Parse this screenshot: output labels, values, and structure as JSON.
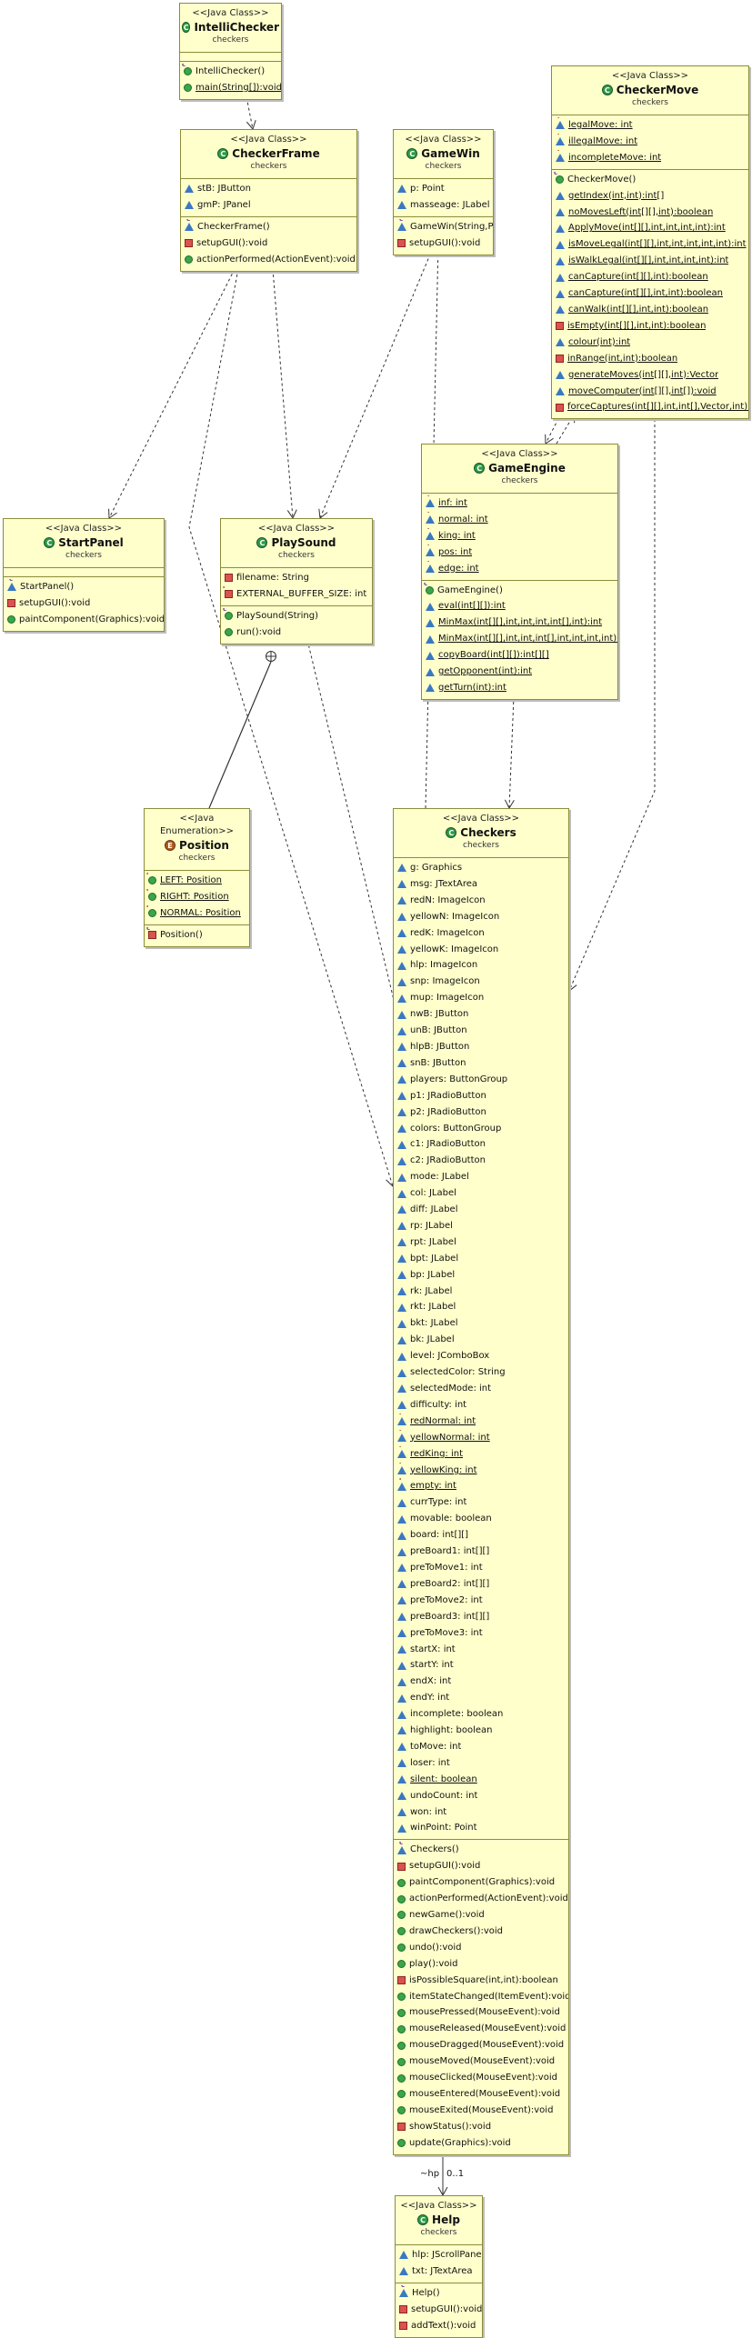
{
  "diagram": {
    "classes": [
      {
        "id": "IntelliChecker",
        "stereotype": "<<Java Class>>",
        "name": "IntelliChecker",
        "package": "checkers",
        "kind": "class",
        "compartments": [
          [],
          [
            {
              "vis": "pub",
              "mod": "ctor",
              "text": "IntelliChecker()"
            },
            {
              "vis": "pub",
              "mod": "static",
              "text": "main(String[]):void"
            }
          ]
        ]
      },
      {
        "id": "CheckerFrame",
        "stereotype": "<<Java Class>>",
        "name": "CheckerFrame",
        "package": "checkers",
        "kind": "class",
        "compartments": [
          [
            {
              "vis": "pkgv",
              "text": "stB: JButton"
            },
            {
              "vis": "pkgv",
              "text": "gmP: JPanel"
            }
          ],
          [
            {
              "vis": "pkgv",
              "mod": "ctor",
              "text": "CheckerFrame()"
            },
            {
              "vis": "pri",
              "text": "setupGUI():void"
            },
            {
              "vis": "pub",
              "text": "actionPerformed(ActionEvent):void"
            }
          ]
        ]
      },
      {
        "id": "GameWin",
        "stereotype": "<<Java Class>>",
        "name": "GameWin",
        "package": "checkers",
        "kind": "class",
        "compartments": [
          [
            {
              "vis": "pkgv",
              "text": "p: Point"
            },
            {
              "vis": "pkgv",
              "text": "masseage: JLabel"
            }
          ],
          [
            {
              "vis": "pkgv",
              "mod": "ctor",
              "text": "GameWin(String,Point)"
            },
            {
              "vis": "pri",
              "text": "setupGUI():void"
            }
          ]
        ]
      },
      {
        "id": "CheckerMove",
        "stereotype": "<<Java Class>>",
        "name": "CheckerMove",
        "package": "checkers",
        "kind": "class",
        "compartments": [
          [
            {
              "vis": "pkgv",
              "mod": "static-final",
              "text": "legalMove: int"
            },
            {
              "vis": "pkgv",
              "mod": "static-final",
              "text": "illegalMove: int"
            },
            {
              "vis": "pkgv",
              "mod": "static-final",
              "text": "incompleteMove: int"
            }
          ],
          [
            {
              "vis": "pub",
              "mod": "ctor",
              "text": "CheckerMove()"
            },
            {
              "vis": "pkgv",
              "mod": "static",
              "text": "getIndex(int,int):int[]"
            },
            {
              "vis": "pkgv",
              "mod": "static",
              "text": "noMovesLeft(int[][],int):boolean"
            },
            {
              "vis": "pkgv",
              "mod": "static",
              "text": "ApplyMove(int[][],int,int,int,int):int"
            },
            {
              "vis": "pkgv",
              "mod": "static",
              "text": "isMoveLegal(int[][],int,int,int,int,int):int"
            },
            {
              "vis": "pkgv",
              "mod": "static",
              "text": "isWalkLegal(int[][],int,int,int,int):int"
            },
            {
              "vis": "pkgv",
              "mod": "static",
              "text": "canCapture(int[][],int):boolean"
            },
            {
              "vis": "pkgv",
              "mod": "static",
              "text": "canCapture(int[][],int,int):boolean"
            },
            {
              "vis": "pkgv",
              "mod": "static",
              "text": "canWalk(int[][],int,int):boolean"
            },
            {
              "vis": "pri",
              "mod": "static",
              "text": "isEmpty(int[][],int,int):boolean"
            },
            {
              "vis": "pkgv",
              "mod": "static",
              "text": "colour(int):int"
            },
            {
              "vis": "pri",
              "mod": "static",
              "text": "inRange(int,int):boolean"
            },
            {
              "vis": "pkgv",
              "mod": "static",
              "text": "generateMoves(int[][],int):Vector"
            },
            {
              "vis": "pkgv",
              "mod": "static",
              "text": "moveComputer(int[][],int[]):void"
            },
            {
              "vis": "pri",
              "mod": "static",
              "text": "forceCaptures(int[][],int,int[],Vector,int):void"
            }
          ]
        ]
      },
      {
        "id": "GameEngine",
        "stereotype": "<<Java Class>>",
        "name": "GameEngine",
        "package": "checkers",
        "kind": "class",
        "compartments": [
          [
            {
              "vis": "pkgv",
              "mod": "static-final",
              "text": "inf: int"
            },
            {
              "vis": "pkgv",
              "mod": "static-final",
              "text": "normal: int"
            },
            {
              "vis": "pkgv",
              "mod": "static-final",
              "text": "king: int"
            },
            {
              "vis": "pkgv",
              "mod": "static-final",
              "text": "pos: int"
            },
            {
              "vis": "pkgv",
              "mod": "static-final",
              "text": "edge: int"
            }
          ],
          [
            {
              "vis": "pub",
              "mod": "ctor",
              "text": "GameEngine()"
            },
            {
              "vis": "pkgv",
              "mod": "static",
              "text": "eval(int[][]):int"
            },
            {
              "vis": "pkgv",
              "mod": "static",
              "text": "MinMax(int[][],int,int,int,int[],int):int"
            },
            {
              "vis": "pkgv",
              "mod": "static",
              "text": "MinMax(int[][],int,int,int[],int,int,int,int):int"
            },
            {
              "vis": "pkgv",
              "mod": "static",
              "text": "copyBoard(int[][]):int[][]"
            },
            {
              "vis": "pkgv",
              "mod": "static",
              "text": "getOpponent(int):int"
            },
            {
              "vis": "pkgv",
              "mod": "static",
              "text": "getTurn(int):int"
            }
          ]
        ]
      },
      {
        "id": "StartPanel",
        "stereotype": "<<Java Class>>",
        "name": "StartPanel",
        "package": "checkers",
        "kind": "class",
        "compartments": [
          [],
          [
            {
              "vis": "pkgv",
              "mod": "ctor",
              "text": "StartPanel()"
            },
            {
              "vis": "pri",
              "text": "setupGUI():void"
            },
            {
              "vis": "pub",
              "text": "paintComponent(Graphics):void"
            }
          ]
        ]
      },
      {
        "id": "PlaySound",
        "stereotype": "<<Java Class>>",
        "name": "PlaySound",
        "package": "checkers",
        "kind": "class",
        "compartments": [
          [
            {
              "vis": "pri",
              "text": "filename: String"
            },
            {
              "vis": "pri",
              "mod": "final",
              "text": "EXTERNAL_BUFFER_SIZE: int"
            }
          ],
          [
            {
              "vis": "pub",
              "mod": "ctor",
              "text": "PlaySound(String)"
            },
            {
              "vis": "pub",
              "text": "run():void"
            }
          ]
        ]
      },
      {
        "id": "Position",
        "stereotype": "<<Java Enumeration>>",
        "name": "Position",
        "package": "checkers",
        "kind": "enum",
        "compartments": [
          [
            {
              "vis": "pub",
              "mod": "static-final",
              "text": "LEFT: Position"
            },
            {
              "vis": "pub",
              "mod": "static-final",
              "text": "RIGHT: Position"
            },
            {
              "vis": "pub",
              "mod": "static-final",
              "text": "NORMAL: Position"
            }
          ],
          [
            {
              "vis": "pri",
              "mod": "ctor",
              "text": "Position()"
            }
          ]
        ]
      },
      {
        "id": "Checkers",
        "stereotype": "<<Java Class>>",
        "name": "Checkers",
        "package": "checkers",
        "kind": "class",
        "compartments": [
          [
            {
              "vis": "pkgv",
              "text": "g: Graphics"
            },
            {
              "vis": "pkgv",
              "text": "msg: JTextArea"
            },
            {
              "vis": "pkgv",
              "text": "redN: ImageIcon"
            },
            {
              "vis": "pkgv",
              "text": "yellowN: ImageIcon"
            },
            {
              "vis": "pkgv",
              "text": "redK: ImageIcon"
            },
            {
              "vis": "pkgv",
              "text": "yellowK: ImageIcon"
            },
            {
              "vis": "pkgv",
              "text": "hlp: ImageIcon"
            },
            {
              "vis": "pkgv",
              "text": "snp: ImageIcon"
            },
            {
              "vis": "pkgv",
              "text": "mup: ImageIcon"
            },
            {
              "vis": "pkgv",
              "text": "nwB: JButton"
            },
            {
              "vis": "pkgv",
              "text": "unB: JButton"
            },
            {
              "vis": "pkgv",
              "text": "hlpB: JButton"
            },
            {
              "vis": "pkgv",
              "text": "snB: JButton"
            },
            {
              "vis": "pkgv",
              "text": "players: ButtonGroup"
            },
            {
              "vis": "pkgv",
              "text": "p1: JRadioButton"
            },
            {
              "vis": "pkgv",
              "text": "p2: JRadioButton"
            },
            {
              "vis": "pkgv",
              "text": "colors: ButtonGroup"
            },
            {
              "vis": "pkgv",
              "text": "c1: JRadioButton"
            },
            {
              "vis": "pkgv",
              "text": "c2: JRadioButton"
            },
            {
              "vis": "pkgv",
              "text": "mode: JLabel"
            },
            {
              "vis": "pkgv",
              "text": "col: JLabel"
            },
            {
              "vis": "pkgv",
              "text": "diff: JLabel"
            },
            {
              "vis": "pkgv",
              "text": "rp: JLabel"
            },
            {
              "vis": "pkgv",
              "text": "rpt: JLabel"
            },
            {
              "vis": "pkgv",
              "text": "bpt: JLabel"
            },
            {
              "vis": "pkgv",
              "text": "bp: JLabel"
            },
            {
              "vis": "pkgv",
              "text": "rk: JLabel"
            },
            {
              "vis": "pkgv",
              "text": "rkt: JLabel"
            },
            {
              "vis": "pkgv",
              "text": "bkt: JLabel"
            },
            {
              "vis": "pkgv",
              "text": "bk: JLabel"
            },
            {
              "vis": "pkgv",
              "text": "level: JComboBox"
            },
            {
              "vis": "pkgv",
              "text": "selectedColor: String"
            },
            {
              "vis": "pkgv",
              "text": "selectedMode: int"
            },
            {
              "vis": "pkgv",
              "text": "difficulty: int"
            },
            {
              "vis": "pkgv",
              "mod": "static-final",
              "text": "redNormal: int"
            },
            {
              "vis": "pkgv",
              "mod": "static-final",
              "text": "yellowNormal: int"
            },
            {
              "vis": "pkgv",
              "mod": "static-final",
              "text": "redKing: int"
            },
            {
              "vis": "pkgv",
              "mod": "static-final",
              "text": "yellowKing: int"
            },
            {
              "vis": "pkgv",
              "mod": "static-final",
              "text": "empty: int"
            },
            {
              "vis": "pkgv",
              "text": "currType: int"
            },
            {
              "vis": "pkgv",
              "text": "movable: boolean"
            },
            {
              "vis": "pkgv",
              "text": "board: int[][]"
            },
            {
              "vis": "pkgv",
              "text": "preBoard1: int[][]"
            },
            {
              "vis": "pkgv",
              "text": "preToMove1: int"
            },
            {
              "vis": "pkgv",
              "text": "preBoard2: int[][]"
            },
            {
              "vis": "pkgv",
              "text": "preToMove2: int"
            },
            {
              "vis": "pkgv",
              "text": "preBoard3: int[][]"
            },
            {
              "vis": "pkgv",
              "text": "preToMove3: int"
            },
            {
              "vis": "pkgv",
              "text": "startX: int"
            },
            {
              "vis": "pkgv",
              "text": "startY: int"
            },
            {
              "vis": "pkgv",
              "text": "endX: int"
            },
            {
              "vis": "pkgv",
              "text": "endY: int"
            },
            {
              "vis": "pkgv",
              "text": "incomplete: boolean"
            },
            {
              "vis": "pkgv",
              "text": "highlight: boolean"
            },
            {
              "vis": "pkgv",
              "text": "toMove: int"
            },
            {
              "vis": "pkgv",
              "text": "loser: int"
            },
            {
              "vis": "pkgv",
              "mod": "static",
              "text": "silent: boolean"
            },
            {
              "vis": "pkgv",
              "text": "undoCount: int"
            },
            {
              "vis": "pkgv",
              "text": "won: int"
            },
            {
              "vis": "pkgv",
              "text": "winPoint: Point"
            }
          ],
          [
            {
              "vis": "pkgv",
              "mod": "ctor",
              "text": "Checkers()"
            },
            {
              "vis": "pri",
              "text": "setupGUI():void"
            },
            {
              "vis": "pub",
              "text": "paintComponent(Graphics):void"
            },
            {
              "vis": "pub",
              "text": "actionPerformed(ActionEvent):void"
            },
            {
              "vis": "pub",
              "text": "newGame():void"
            },
            {
              "vis": "pub",
              "text": "drawCheckers():void"
            },
            {
              "vis": "pub",
              "text": "undo():void"
            },
            {
              "vis": "pub",
              "text": "play():void"
            },
            {
              "vis": "pri",
              "text": "isPossibleSquare(int,int):boolean"
            },
            {
              "vis": "pub",
              "text": "itemStateChanged(ItemEvent):void"
            },
            {
              "vis": "pub",
              "text": "mousePressed(MouseEvent):void"
            },
            {
              "vis": "pub",
              "text": "mouseReleased(MouseEvent):void"
            },
            {
              "vis": "pub",
              "text": "mouseDragged(MouseEvent):void"
            },
            {
              "vis": "pub",
              "text": "mouseMoved(MouseEvent):void"
            },
            {
              "vis": "pub",
              "text": "mouseClicked(MouseEvent):void"
            },
            {
              "vis": "pub",
              "text": "mouseEntered(MouseEvent):void"
            },
            {
              "vis": "pub",
              "text": "mouseExited(MouseEvent):void"
            },
            {
              "vis": "pri",
              "text": "showStatus():void"
            },
            {
              "vis": "pub",
              "text": "update(Graphics):void"
            }
          ]
        ]
      },
      {
        "id": "Help",
        "stereotype": "<<Java Class>>",
        "name": "Help",
        "package": "checkers",
        "kind": "class",
        "compartments": [
          [
            {
              "vis": "pkgv",
              "text": "hlp: JScrollPane"
            },
            {
              "vis": "pkgv",
              "text": "txt: JTextArea"
            }
          ],
          [
            {
              "vis": "pkgv",
              "mod": "ctor",
              "text": "Help()"
            },
            {
              "vis": "pri",
              "text": "setupGUI():void"
            },
            {
              "vis": "pri",
              "text": "addText():void"
            }
          ]
        ]
      }
    ],
    "edges": [
      {
        "id": "e1",
        "from": "IntelliChecker",
        "to": "CheckerFrame",
        "type": "dependency"
      },
      {
        "id": "e2",
        "from": "CheckerFrame",
        "to": "StartPanel",
        "type": "dependency"
      },
      {
        "id": "e3",
        "from": "CheckerFrame",
        "to": "PlaySound",
        "type": "dependency"
      },
      {
        "id": "e4",
        "from": "CheckerFrame",
        "to": "Checkers",
        "type": "dependency"
      },
      {
        "id": "e5",
        "from": "GameWin",
        "to": "PlaySound",
        "type": "dependency"
      },
      {
        "id": "e6",
        "from": "CheckerMove",
        "to": "GameEngine",
        "type": "dependency"
      },
      {
        "id": "e7",
        "from": "GameEngine",
        "to": "CheckerMove",
        "type": "dependency"
      },
      {
        "id": "e8",
        "from": "CheckerMove",
        "to": "Checkers",
        "type": "dependency"
      },
      {
        "id": "e9",
        "from": "GameEngine",
        "to": "Checkers",
        "type": "dependency"
      },
      {
        "id": "e10",
        "from": "Checkers",
        "to": "GameWin",
        "type": "dependency"
      },
      {
        "id": "e11",
        "from": "PlaySound",
        "to": "Checkers",
        "type": "dependency"
      },
      {
        "id": "e12",
        "from": "PlaySound",
        "to": "Position",
        "type": "nested"
      },
      {
        "id": "e13",
        "from": "Checkers",
        "to": "Help",
        "type": "association",
        "role": "~hp",
        "multiplicity": "0..1"
      }
    ]
  }
}
